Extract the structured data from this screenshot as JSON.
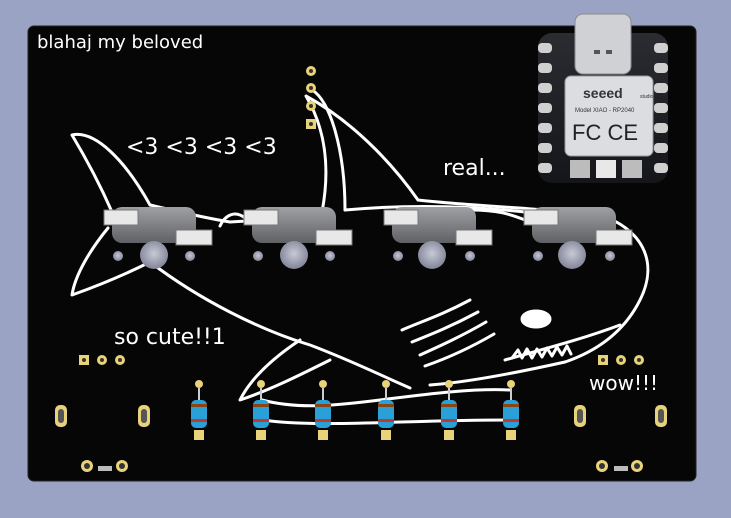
{
  "viewer": {
    "background_color": "#9aa3c4",
    "board_color": "#060606",
    "silkscreen_color": "#ffffff",
    "pad_color": "#e8d37a",
    "resistor_color": "#2aa0d8"
  },
  "silkscreen": {
    "title": "blahaj my beloved",
    "hearts": "<3 <3 <3 <3",
    "real": "real...",
    "cute": "so cute!!1",
    "wow": "wow!!!"
  },
  "module": {
    "brand": "seeed",
    "brand_small": "studio",
    "model": "Model XIAO - RP2040",
    "cert": "FC CE",
    "connector": "usb-c-connector"
  },
  "parts": {
    "switch_count": 4,
    "resistor_count": 6,
    "header_pins": 4
  }
}
